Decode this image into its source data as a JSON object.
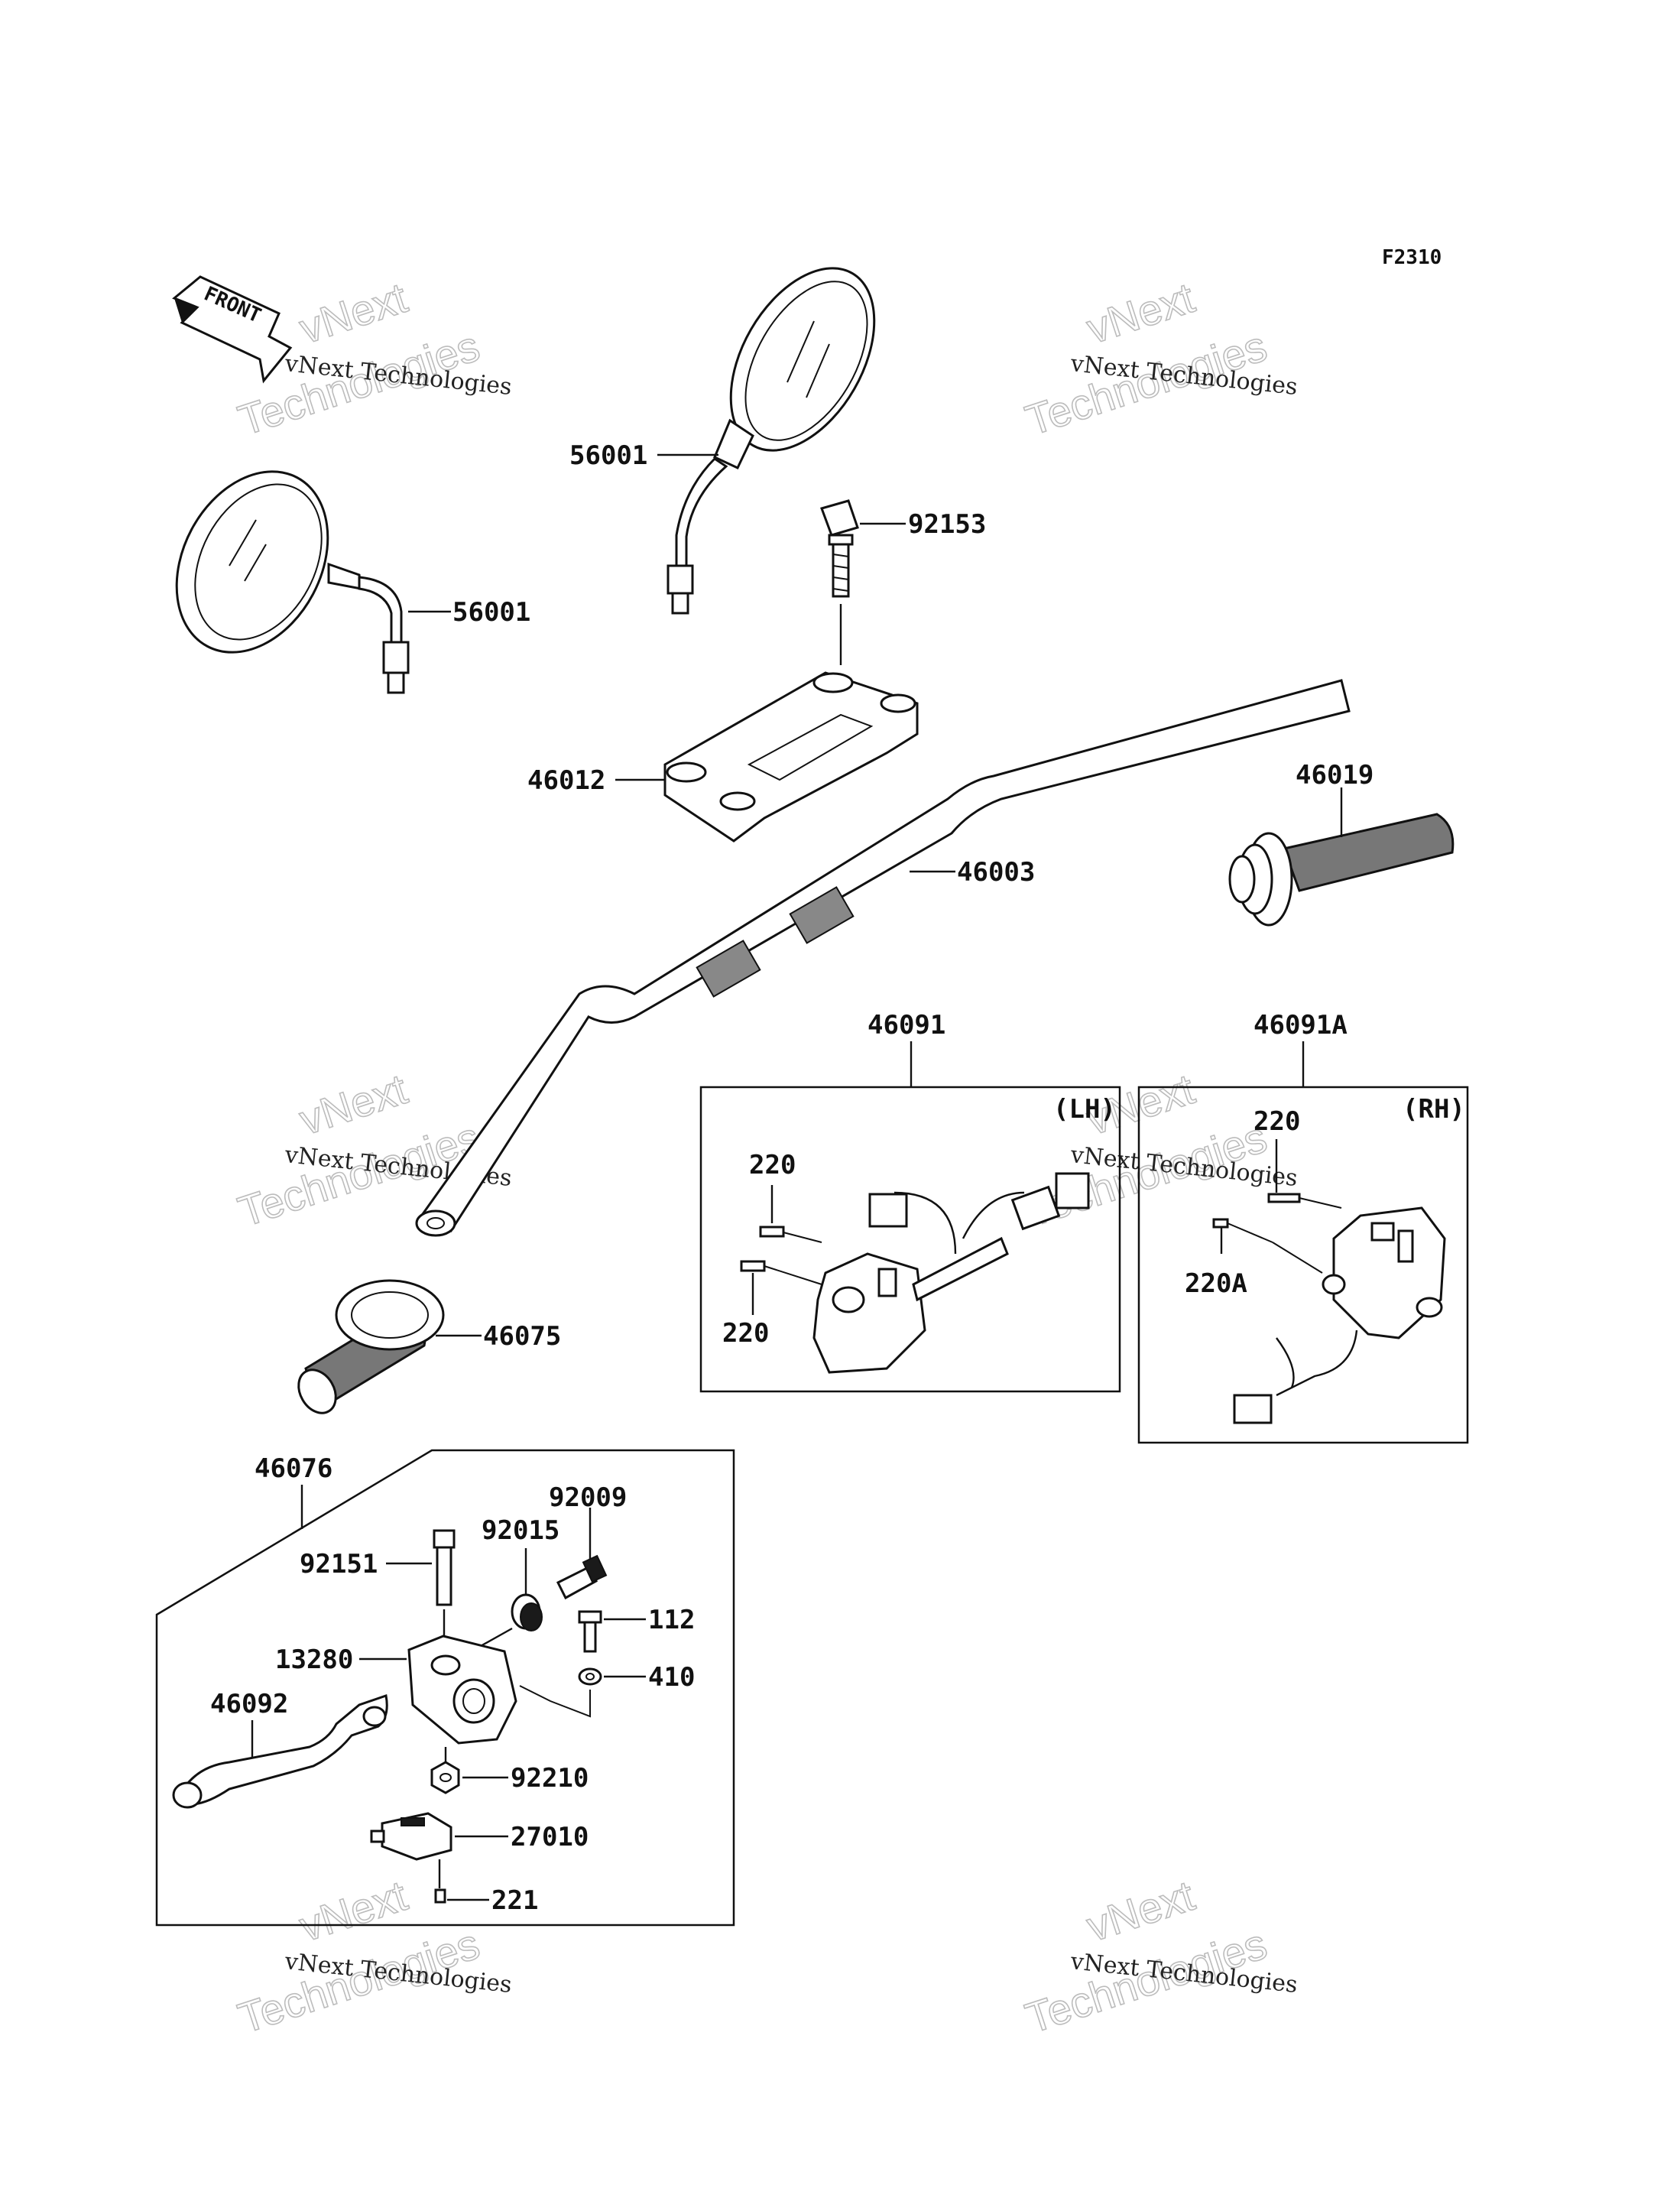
{
  "figure_code": "F2310",
  "front_arrow_text": "FRONT",
  "watermark": {
    "line1": "vNext Technologies",
    "line2": "vNext",
    "line3": "Technologies"
  },
  "labels": {
    "mirror_left": "56001",
    "mirror_top": "56001",
    "bolt_92153": "92153",
    "holder_46012": "46012",
    "handlebar_46003": "46003",
    "throttle_grip_46019": "46019",
    "grip_46075": "46075",
    "switch_lh": "46091",
    "switch_rh": "46091A",
    "side_lh": "(LH)",
    "side_rh": "(RH)",
    "screw_220_a": "220",
    "screw_220_b": "220",
    "screw_220_c": "220",
    "screw_220a": "220A",
    "lever_assy": "46076",
    "p92009": "92009",
    "p92015": "92015",
    "p92151": "92151",
    "p112": "112",
    "p13280": "13280",
    "p410": "410",
    "p46092": "46092",
    "p92210": "92210",
    "p27010": "27010",
    "p221": "221"
  }
}
